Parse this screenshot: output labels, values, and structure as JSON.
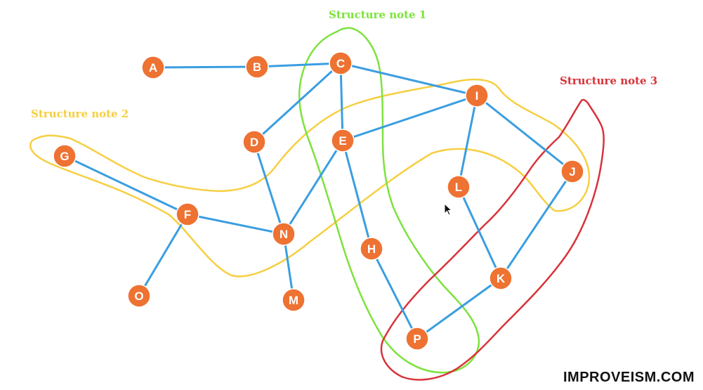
{
  "colors": {
    "edge": "#3b9ee0",
    "node": "#ee7232",
    "note1": "#7ee23e",
    "note2": "#f6cf41",
    "note3": "#d8333a",
    "brand": "#111111"
  },
  "notes": [
    {
      "id": "note1",
      "label": "Structure note 1"
    },
    {
      "id": "note2",
      "label": "Structure note 2"
    },
    {
      "id": "note3",
      "label": "Structure note 3"
    }
  ],
  "nodes": [
    "A",
    "B",
    "C",
    "D",
    "E",
    "F",
    "G",
    "H",
    "I",
    "J",
    "K",
    "L",
    "M",
    "N",
    "O",
    "P"
  ],
  "edges": [
    [
      "A",
      "B"
    ],
    [
      "B",
      "C"
    ],
    [
      "C",
      "I"
    ],
    [
      "C",
      "D"
    ],
    [
      "C",
      "E"
    ],
    [
      "E",
      "I"
    ],
    [
      "E",
      "N"
    ],
    [
      "E",
      "H"
    ],
    [
      "H",
      "P"
    ],
    [
      "D",
      "N"
    ],
    [
      "G",
      "F"
    ],
    [
      "F",
      "N"
    ],
    [
      "F",
      "O"
    ],
    [
      "N",
      "M"
    ],
    [
      "I",
      "L"
    ],
    [
      "I",
      "J"
    ],
    [
      "L",
      "K"
    ],
    [
      "J",
      "K"
    ],
    [
      "K",
      "P"
    ]
  ],
  "cursor": "mouse-pointer-icon",
  "brand": "IMPROVEISM.COM"
}
